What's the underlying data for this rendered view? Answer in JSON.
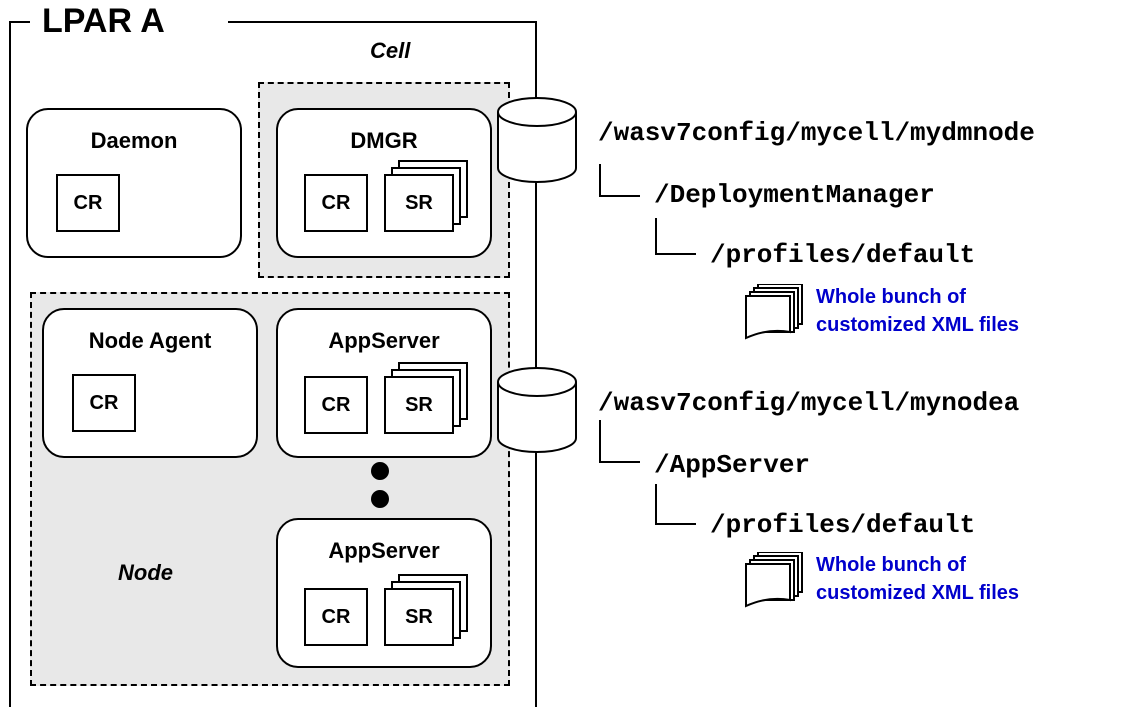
{
  "lpar": {
    "title": "LPAR A"
  },
  "cell": {
    "label": "Cell",
    "dmgr": {
      "title": "DMGR",
      "cr": "CR",
      "sr": "SR"
    }
  },
  "daemon": {
    "title": "Daemon",
    "cr": "CR"
  },
  "node": {
    "label": "Node",
    "node_agent": {
      "title": "Node Agent",
      "cr": "CR"
    },
    "appserver1": {
      "title": "AppServer",
      "cr": "CR",
      "sr": "SR"
    },
    "appserver2": {
      "title": "AppServer",
      "cr": "CR",
      "sr": "SR"
    }
  },
  "paths": {
    "dmgr": {
      "root": "/wasv7config/mycell/mydmnode",
      "sub": "/DeploymentManager",
      "profile": "/profiles/default",
      "files_line1": "Whole bunch of",
      "files_line2": "customized XML files"
    },
    "node": {
      "root": "/wasv7config/mycell/mynodea",
      "sub": "/AppServer",
      "profile": "/profiles/default",
      "files_line1": "Whole bunch of",
      "files_line2": "customized XML files"
    }
  },
  "colors": {
    "files_text": "#0000cc",
    "region_fill": "#e8e8e8"
  }
}
